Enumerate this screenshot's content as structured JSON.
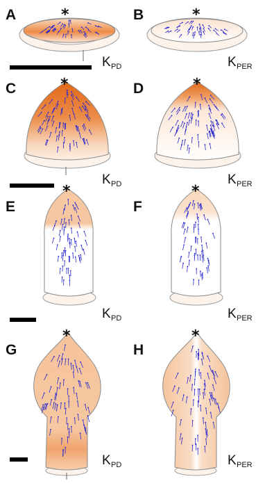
{
  "panels": [
    {
      "label": "A",
      "marker": "*",
      "subscript": "PD"
    },
    {
      "label": "B",
      "marker": "*",
      "subscript": "PER"
    },
    {
      "label": "C",
      "marker": "*",
      "subscript": "PD"
    },
    {
      "label": "D",
      "marker": "*",
      "subscript": "PER"
    },
    {
      "label": "E",
      "marker": "*",
      "subscript": "PD"
    },
    {
      "label": "F",
      "marker": "*",
      "subscript": "PER"
    },
    {
      "label": "G",
      "marker": "*",
      "subscript": "PD"
    },
    {
      "label": "H",
      "marker": "*",
      "subscript": "PER"
    }
  ],
  "k_symbol": "K",
  "colors": {
    "growth_strong": "#e8752a",
    "growth_light": "#f6c9a3",
    "arrows": "#2a2ad0",
    "outline": "#8a8a8a",
    "scale_bar": "#000000"
  }
}
